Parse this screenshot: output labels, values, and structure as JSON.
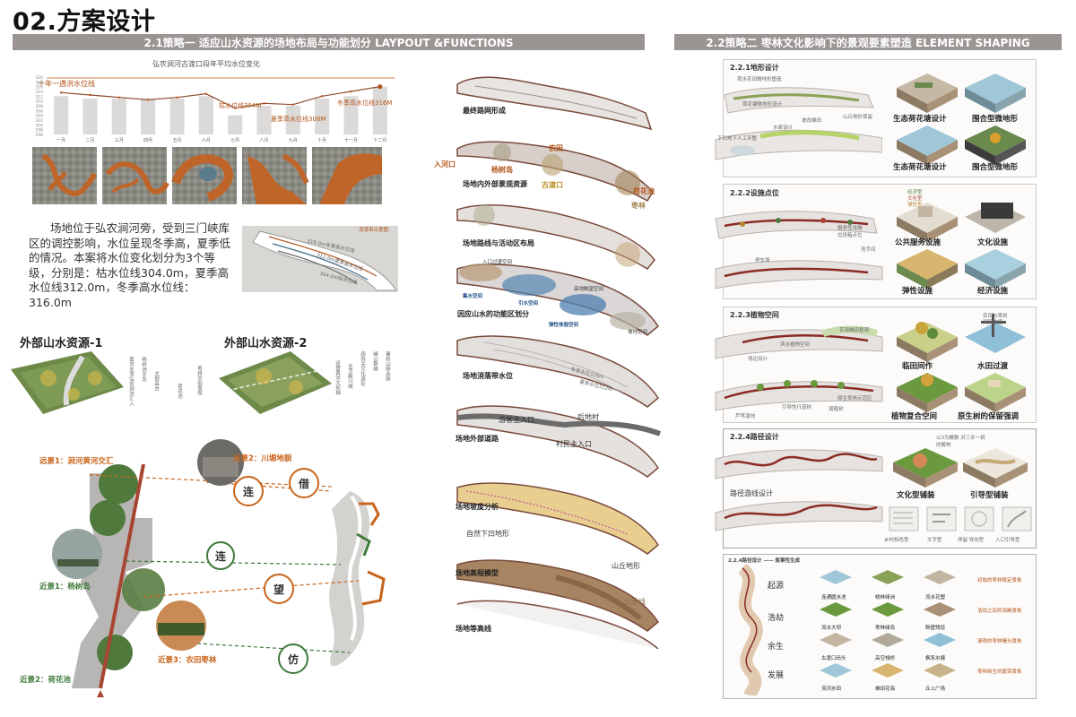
{
  "page_title": "02.方案设计",
  "section1_title": "2.1策略一 适应山水资源的场地布局与功能划分  LAYPOUT &FUNCTIONS",
  "section2_title": "2.2策略二 枣林文化影响下的景观要素塑造  ELEMENT SHAPING",
  "chart": {
    "title": "弘农涧河古渡口段年平均水位变化",
    "flood_line_label": "十年一遇洪水位线",
    "dry_label": "枯水位线304M",
    "summer_label": "夏季高水位线308M",
    "winter_label": "冬季高水位线316M"
  },
  "chart_data": {
    "type": "bar",
    "categories": [
      "一月",
      "二月",
      "三月",
      "四月",
      "五月",
      "六月",
      "七月",
      "八月",
      "九月",
      "十月",
      "十一月",
      "十二月"
    ],
    "values": [
      312,
      311,
      311,
      311,
      311,
      312,
      304,
      308,
      308,
      311,
      312,
      316
    ],
    "line_values": [
      313.5,
      312.5,
      311.5,
      310.5,
      311.5,
      313,
      307,
      309,
      308.5,
      312,
      314,
      316
    ],
    "ylim": [
      296,
      320
    ],
    "yticks": [
      "320",
      "318",
      "316",
      "314",
      "312",
      "310",
      "308",
      "306",
      "304",
      "302",
      "300",
      "298",
      "296"
    ]
  },
  "intro_text": "场地位于弘农涧河旁，受到三门峡库区的调控影响，水位呈现冬季高，夏季低的情况。本案将水位变化划分为3个等级，分别是：枯水位线304.0m，夏季高水位线312.0m，冬季高水位线：316.0m",
  "water_map": {
    "title": "消落带示意图",
    "l316": "316.0m冬季高水位线",
    "l312": "312.0m夏季高水位线",
    "l304": "304.0m枯水位线"
  },
  "ext1": {
    "title": "外部山水资源-1",
    "annotations": [
      "黄河支流弘农涧河汇入",
      "杨树洲半岛",
      "北侧高台",
      "荷花池",
      "枣林农田景观"
    ]
  },
  "ext2": {
    "title": "外部山水资源-2",
    "annotations": [
      "运营黄河大坝轴",
      "圣灵殿川峡",
      "函谷关文化遗址",
      "崤山群峰",
      "秦岭山脉余脉"
    ]
  },
  "views": {
    "far1": "远景1：涧河黄河交汇",
    "far2": "远景2：川塬地貌",
    "near1": "近景1：杨树岛",
    "near2": "近景2：荷花池",
    "near3": "近景3：农田枣林",
    "c_lian1": "连",
    "c_jie": "借",
    "c_lian2": "连",
    "c_wang": "望",
    "c_fang": "仿"
  },
  "layers": [
    "最终路网形成",
    "场地内外部景观资源",
    "场地路线与活动区布局",
    "因应山水的功能区划分",
    "场地消落带水位",
    "场地外部道路",
    "场地坡度分析",
    "场地高程模型",
    "场地等高线"
  ],
  "layer_tags": {
    "entrance": "入河口",
    "farmland": "农田",
    "yangshu": "杨树岛",
    "gudukou": "古渡口",
    "lotus": "荷花池",
    "jujube": "枣林",
    "entry_space": "入口过渡空间",
    "high_view": "高地眺望空间",
    "water_space": "集水空间",
    "diversion": "引水空间",
    "elastic": "弹性体验空间",
    "slope": "坡地空间",
    "w316": "冬季水位316m",
    "w312": "夏季水位312m",
    "tour_entry": "游客主入口",
    "houdi": "后地村",
    "village_entry": "村民主入口",
    "depression": "自然下凹地形",
    "hill": "山丘地形",
    "ridge": "山脊线"
  },
  "terrain": {
    "sub": "2.2.1地形设计",
    "notes": [
      "荷水花田微地形塑造",
      "荷花塘微地形设计",
      "山丘地形保留",
      "坡改梯田",
      "水渠设计",
      "下凹地下人工平整"
    ],
    "items": [
      "生态荷花塘设计",
      "围合型微地形",
      "生态荷花塘设计",
      "围合型微地形"
    ]
  },
  "facility": {
    "sub": "2.2.2设施点位",
    "legend": [
      "经济型",
      "文化型",
      "弹性型"
    ],
    "notes": [
      "服务性设施",
      "垃圾箱点位",
      "洗手间",
      "停车场"
    ],
    "items": [
      "公共服务设施",
      "文化设施",
      "弹性设施",
      "经济设施"
    ]
  },
  "plant": {
    "sub": "2.2.3植物空间",
    "notes": [
      "滨水植物空间",
      "花海梯田景观",
      "场边设计",
      "引导性行道树",
      "原生枣林示范区",
      "芦苇湿地",
      "孤植树"
    ],
    "items": [
      "临田间作",
      "水田过渡",
      "植物复合空间",
      "原生树的保留强调"
    ],
    "tree_notes": [
      "农田与枣树",
      "间隔种植"
    ]
  },
  "path": {
    "sub": "2.2.4路径设计",
    "note": "以3为模数 对三步一树的解构",
    "routes": "路径游线设计",
    "items": [
      "文化型铺装",
      "引导型铺装"
    ],
    "paving": [
      "乡村特色型",
      "文字型",
      "停留·导向型",
      "入口引导型"
    ]
  },
  "story": {
    "sub": "2.2.4路径设计 —— 叙事性生成",
    "stages": [
      "起源",
      "浩劫",
      "余生",
      "发展"
    ],
    "col1": [
      "连通圆水池",
      "流水大坝",
      "古渡口码头",
      "流河水田"
    ],
    "col2": [
      "桃林绿洲",
      "枣林绿岛",
      "高空栈桥",
      "梯田花海"
    ],
    "col3": [
      "流水花塑",
      "断壁残垣",
      "枫系水塘",
      "丘上广场"
    ],
    "scenes": [
      "初始的枣林稳定景象",
      "浩劫之后的凋敝景象",
      "凄艳的枣林曙光景象",
      "枣林新生的繁荣景象"
    ]
  }
}
